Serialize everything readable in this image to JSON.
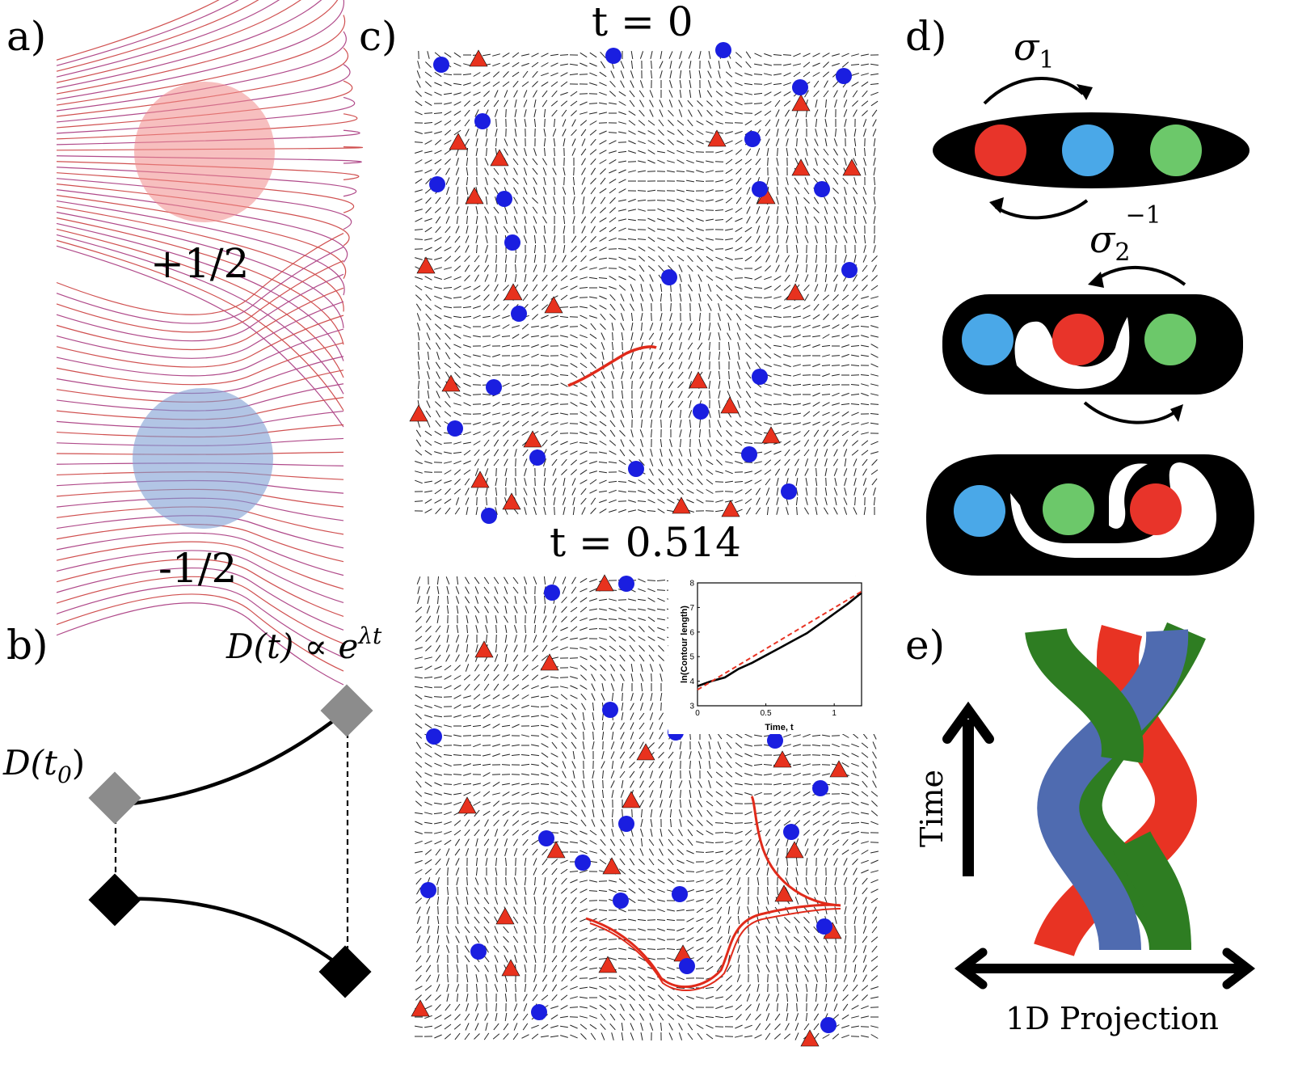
{
  "panel_labels": {
    "a": "a)",
    "b": "b)",
    "c": "c)",
    "d": "d)",
    "e": "e)"
  },
  "panel_a": {
    "top_charge": "+1/2",
    "bottom_charge": "-1/2",
    "plus_color": "#f08a8a",
    "minus_color": "#7f9ed3"
  },
  "panel_b": {
    "d_t_label": "D(t) ∝ e",
    "lambda_t": "λt",
    "d_t0_label": "D(t",
    "t0_sub": "0",
    "close": ")"
  },
  "panel_c": {
    "time_top": "t = 0",
    "time_bottom": "t = 0.514",
    "inset": {
      "ylabel": "ln(Contour length)",
      "xlabel": "Time, t",
      "yticks": [
        "3",
        "4",
        "5",
        "6",
        "7",
        "8"
      ],
      "xticks": [
        "0",
        "0.5",
        "1"
      ]
    },
    "defect_plus_color": "#e8321e",
    "defect_minus_color": "#1a1ee0"
  },
  "panel_d": {
    "sigma1": "σ",
    "sigma1_sub": "1",
    "sigma2": "σ",
    "sigma2_sub": "2",
    "sigma2_sup": "−1",
    "red": "#e8342a",
    "blue": "#4aa8e8",
    "green": "#6cc86a"
  },
  "panel_e": {
    "time_label": "Time",
    "projection_label": "1D Projection",
    "strand_colors": [
      "#2e7d22",
      "#4f6bb0",
      "#e83323"
    ]
  },
  "chart_data": {
    "type": "line",
    "xlabel": "Time, t",
    "ylabel": "ln(Contour length)",
    "xlim": [
      0,
      1.2
    ],
    "ylim": [
      3,
      8
    ],
    "series": [
      {
        "x": [
          0,
          0.1,
          0.2,
          0.3,
          0.4,
          0.5,
          0.6,
          0.7,
          0.8,
          0.9,
          1.0,
          1.1,
          1.2
        ],
        "y": [
          3.8,
          4.0,
          4.15,
          4.5,
          4.75,
          5.05,
          5.35,
          5.65,
          5.95,
          6.35,
          6.75,
          7.15,
          7.6
        ],
        "color": "#000000"
      },
      {
        "x": [
          0,
          1.2
        ],
        "y": [
          3.65,
          7.65
        ],
        "color": "#e83323",
        "dashed": true
      }
    ]
  }
}
